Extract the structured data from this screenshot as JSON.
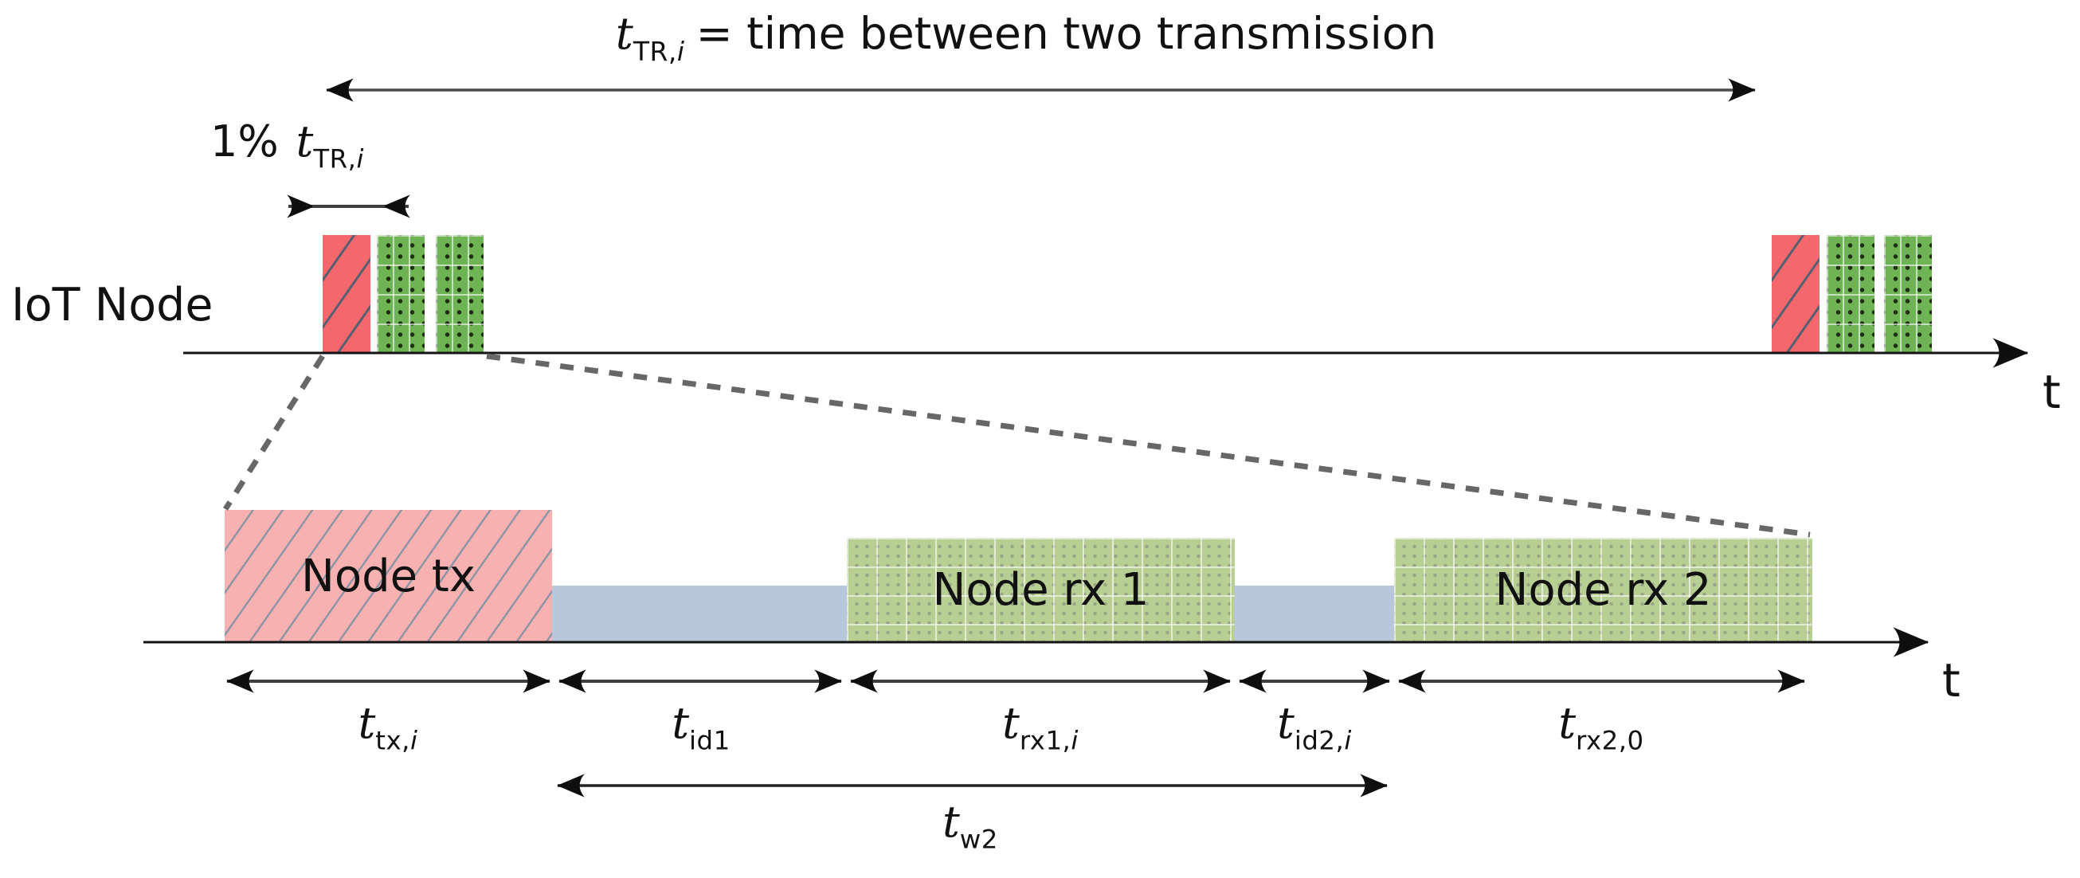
{
  "colors": {
    "tx_small": "#f4676c",
    "rx_small": "#6fb454",
    "rx_small_dot": "#1f2d13",
    "tx_big": "#f8b1b1",
    "hatch_line": "#9095a6",
    "hatch_small": "#566070",
    "rx_big": "#b7cf93",
    "rx_big_dot": "#98a687",
    "idle_blue": "#b8c7dc",
    "grid_white": "rgba(255,255,255,0.6)",
    "dashed": "#676767"
  },
  "title": {
    "var": "t",
    "sub": "TR,",
    "sub_it": "i",
    "rest": "= time between two transmission"
  },
  "duty_label": {
    "prefix": "1%",
    "var": "t",
    "sub": "TR,",
    "sub_it": "i"
  },
  "row_label": "IoT Node",
  "axis_labels": {
    "top": "t",
    "bottom": "t"
  },
  "blocks": {
    "tx": "Node tx",
    "rx1": "Node rx 1",
    "rx2": "Node rx 2"
  },
  "time_labels": {
    "tx": {
      "var": "t",
      "sub": "tx,",
      "sub_it": "i"
    },
    "id1": {
      "var": "t",
      "sub": "id1",
      "sub_it": ""
    },
    "rx1": {
      "var": "t",
      "sub": "rx1,",
      "sub_it": "i"
    },
    "id2": {
      "var": "t",
      "sub": "id2,",
      "sub_it": "i"
    },
    "rx2": {
      "var": "t",
      "sub": "rx2,0",
      "sub_it": ""
    },
    "w2": {
      "var": "t",
      "sub": "w2",
      "sub_it": ""
    }
  }
}
